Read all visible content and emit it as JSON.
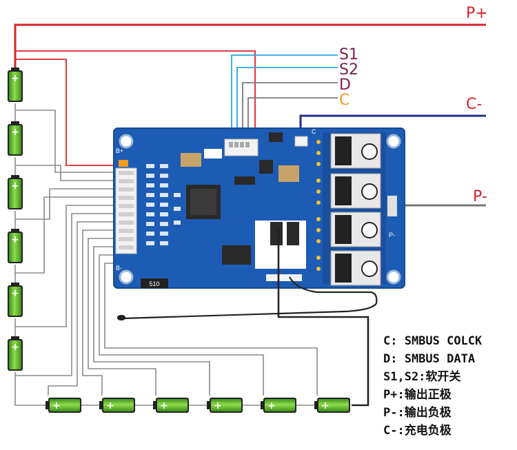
{
  "terminals": {
    "p_plus": "P+",
    "s1": "S1",
    "s2": "S2",
    "d": "D",
    "c": "C",
    "c_minus": "C-",
    "p_minus": "P-"
  },
  "board": {
    "b_plus": "B+",
    "b_minus": "B-",
    "resistor": "510",
    "c_mark": "C",
    "p_mark": "P-"
  },
  "legend": [
    "C: SMBUS COLCK",
    "D: SMBUS DATA",
    "S1,S2:软开关",
    "P+:输出正极",
    "P-:输出负极",
    "C-:充电负极"
  ],
  "colors": {
    "p_plus_wire": "#d8232a",
    "s_wire": "#2aa6e0",
    "d_wire": "#7a1f4f",
    "c_wire": "#f29b1d",
    "c_minus_wire": "#1f2f8a",
    "pcb": "#1d5cb4",
    "battery": "#5dbb2e"
  }
}
